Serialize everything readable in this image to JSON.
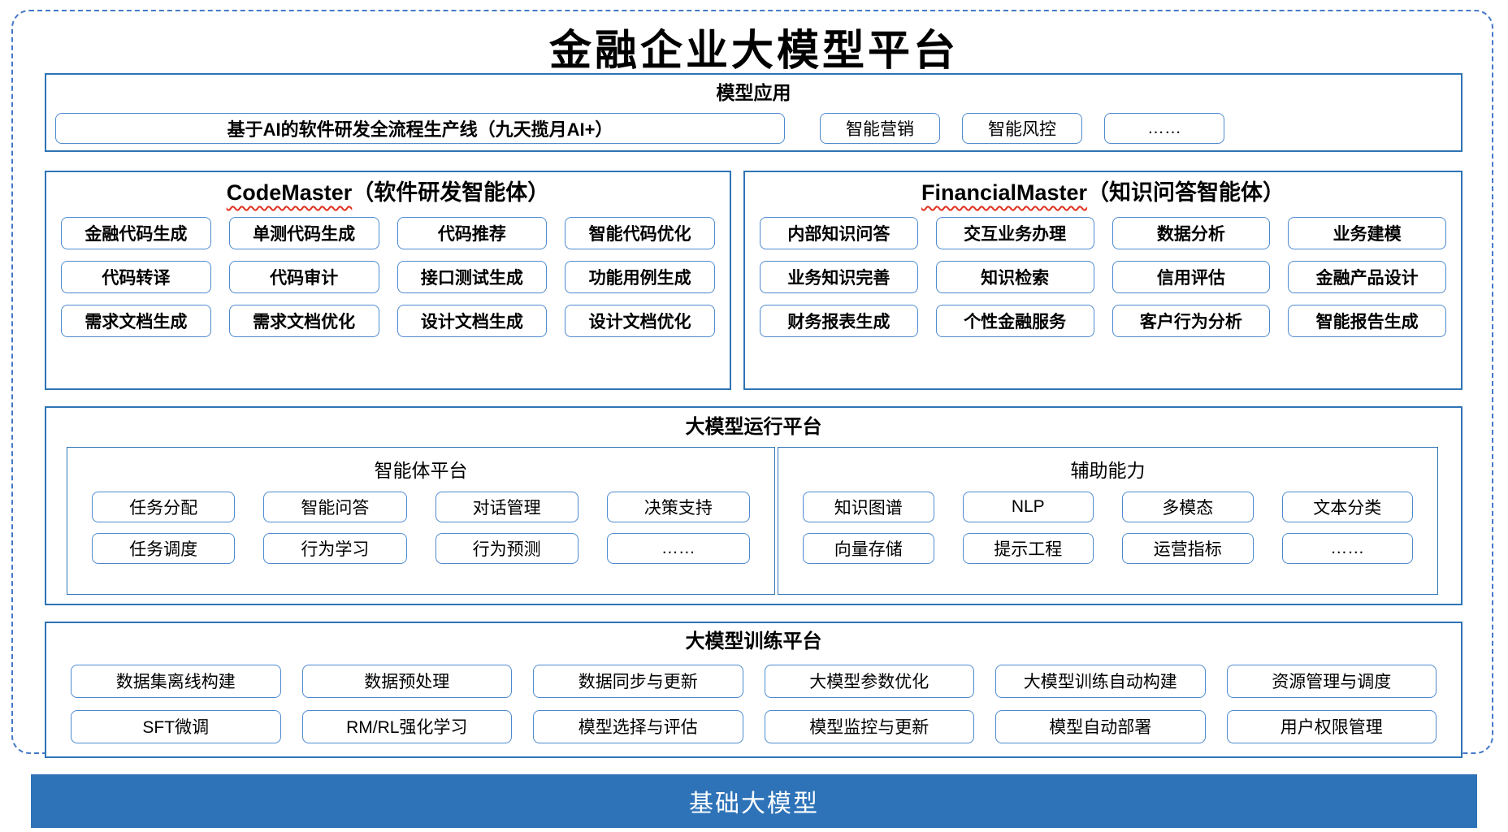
{
  "title": "金融企业大模型平台",
  "app_section": {
    "header": "模型应用",
    "pipeline": "基于AI的软件研发全流程生产线（九天揽月AI+）",
    "chips": [
      "智能营销",
      "智能风控",
      "……"
    ]
  },
  "codemaster": {
    "name": "CodeMaster",
    "subtitle": "（软件研发智能体）",
    "items": [
      "金融代码生成",
      "单测代码生成",
      "代码推荐",
      "智能代码优化",
      "代码转译",
      "代码审计",
      "接口测试生成",
      "功能用例生成",
      "需求文档生成",
      "需求文档优化",
      "设计文档生成",
      "设计文档优化"
    ]
  },
  "financialmaster": {
    "name": "FinancialMaster",
    "subtitle": "（知识问答智能体）",
    "items": [
      "内部知识问答",
      "交互业务办理",
      "数据分析",
      "业务建模",
      "业务知识完善",
      "知识检索",
      "信用评估",
      "金融产品设计",
      "财务报表生成",
      "个性金融服务",
      "客户行为分析",
      "智能报告生成"
    ]
  },
  "runtime": {
    "header": "大模型运行平台",
    "agent_platform": {
      "header": "智能体平台",
      "items": [
        "任务分配",
        "智能问答",
        "对话管理",
        "决策支持",
        "任务调度",
        "行为学习",
        "行为预测",
        "……"
      ]
    },
    "aux": {
      "header": "辅助能力",
      "items": [
        "知识图谱",
        "NLP",
        "多模态",
        "文本分类",
        "向量存储",
        "提示工程",
        "运营指标",
        "……"
      ]
    }
  },
  "training": {
    "header": "大模型训练平台",
    "items": [
      "数据集离线构建",
      "数据预处理",
      "数据同步与更新",
      "大模型参数优化",
      "大模型训练自动构建",
      "资源管理与调度",
      "SFT微调",
      "RM/RL强化学习",
      "模型选择与评估",
      "模型监控与更新",
      "模型自动部署",
      "用户权限管理"
    ]
  },
  "base_bar": {
    "label": "基础大模型"
  },
  "colors": {
    "section_border": "#2E74B5",
    "chip_border": "#4E8AD0",
    "dashed_border": "#4579C8",
    "base_bar_bg": "#2E73B8",
    "spellcheck_underline": "#E0301E"
  }
}
